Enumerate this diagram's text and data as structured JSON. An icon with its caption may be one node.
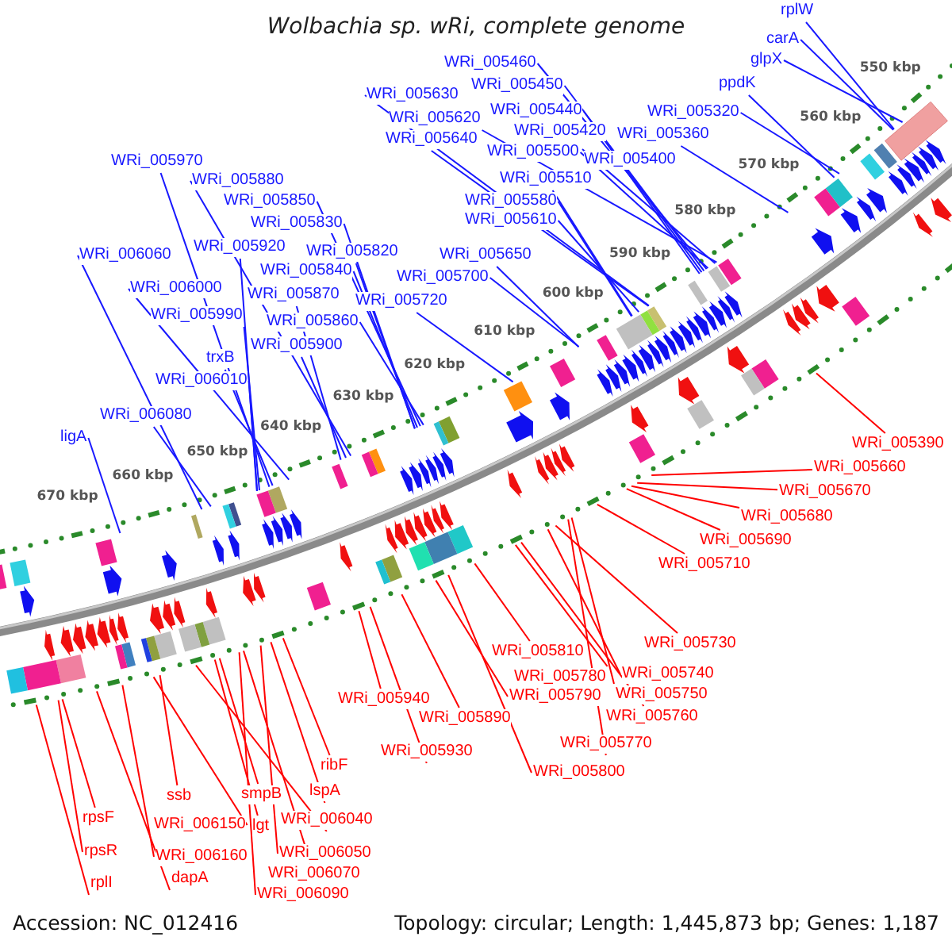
{
  "diagram": {
    "title": "Wolbachia sp. wRi, complete genome",
    "nodes": [
      {
        "text": [
          "rplW"
        ]
      },
      {
        "text": [
          "carA"
        ]
      },
      {
        "text": [
          "glpX"
        ]
      },
      {
        "text": [
          "WRi_005460"
        ]
      },
      {
        "text": [
          "ppdK"
        ]
      },
      {
        "text": [
          "WRi_005450"
        ]
      },
      {
        "text": [
          "WRi_005630"
        ]
      },
      {
        "text": [
          "WRi_005440"
        ]
      },
      {
        "text": [
          "WRi_005320"
        ]
      },
      {
        "text": [
          "WRi_005620"
        ]
      },
      {
        "text": [
          "WRi_005420"
        ]
      },
      {
        "text": [
          "WRi_005360"
        ]
      },
      {
        "text": [
          "WRi_005640"
        ]
      },
      {
        "text": [
          "WRi_005500"
        ]
      },
      {
        "text": [
          "WRi_005400"
        ]
      },
      {
        "text": [
          "WRi_005970"
        ]
      },
      {
        "text": [
          "WRi_005510"
        ]
      },
      {
        "text": [
          "WRi_005880"
        ]
      },
      {
        "text": [
          "WRi_005850"
        ]
      },
      {
        "text": [
          "WRi_005580"
        ]
      },
      {
        "text": [
          "WRi_005610"
        ]
      },
      {
        "text": [
          "WRi_005830"
        ]
      },
      {
        "text": [
          "WRi_005920"
        ]
      },
      {
        "text": [
          "WRi_005820"
        ]
      },
      {
        "text": [
          "WRi_006060"
        ]
      },
      {
        "text": [
          "WRi_005650"
        ]
      },
      {
        "text": [
          "WRi_005840"
        ]
      },
      {
        "text": [
          "WRi_005700"
        ]
      },
      {
        "text": [
          "WRi_006000"
        ]
      },
      {
        "text": [
          "WRi_005870"
        ]
      },
      {
        "text": [
          "WRi_005720"
        ]
      },
      {
        "text": [
          "WRi_005990"
        ]
      },
      {
        "text": [
          "WRi_005860"
        ]
      },
      {
        "text": [
          "WRi_005900"
        ]
      },
      {
        "text": [
          "trxB"
        ]
      },
      {
        "text": [
          "WRi_006010"
        ]
      },
      {
        "text": [
          "WRi_006080"
        ]
      },
      {
        "text": [
          "ligA"
        ]
      },
      {
        "text": [
          "WRi_005390"
        ]
      },
      {
        "text": [
          "WRi_005660"
        ]
      },
      {
        "text": [
          "WRi_005670"
        ]
      },
      {
        "text": [
          "WRi_005680"
        ]
      },
      {
        "text": [
          "WRi_005690"
        ]
      },
      {
        "text": [
          "WRi_005710"
        ]
      },
      {
        "text": [
          "WRi_005730"
        ]
      },
      {
        "text": [
          "WRi_005810"
        ]
      },
      {
        "text": [
          "WRi_005740"
        ]
      },
      {
        "text": [
          "WRi_005780"
        ]
      },
      {
        "text": [
          "WRi_005750"
        ]
      },
      {
        "text": [
          "WRi_005790"
        ]
      },
      {
        "text": [
          "WRi_005940"
        ]
      },
      {
        "text": [
          "WRi_005760"
        ]
      },
      {
        "text": [
          "WRi_005890"
        ]
      },
      {
        "text": [
          "WRi_005770"
        ]
      },
      {
        "text": [
          "WRi_005930"
        ]
      },
      {
        "text": [
          "ribF"
        ]
      },
      {
        "text": [
          "WRi_005800"
        ]
      },
      {
        "text": [
          "lspA"
        ]
      },
      {
        "text": [
          "smpB"
        ]
      },
      {
        "text": [
          "ssb"
        ]
      },
      {
        "text": [
          "rpsF"
        ]
      },
      {
        "text": [
          "WRi_006040"
        ]
      },
      {
        "text": [
          "WRi_006150"
        ]
      },
      {
        "text": [
          "lgt"
        ]
      },
      {
        "text": [
          "rpsR"
        ]
      },
      {
        "text": [
          "WRi_006050"
        ]
      },
      {
        "text": [
          "WRi_006160"
        ]
      },
      {
        "text": [
          "WRi_006070"
        ]
      },
      {
        "text": [
          "dapA"
        ]
      },
      {
        "text": [
          "rplI"
        ]
      },
      {
        "text": [
          "WRi_006090"
        ]
      }
    ],
    "edges": [
      {
        "from": 0,
        "to": null,
        "arrow": "none"
      },
      {
        "from": 1,
        "to": null,
        "arrow": "none"
      },
      {
        "from": 2,
        "to": null,
        "arrow": "none"
      },
      {
        "from": 3,
        "to": null,
        "arrow": "none"
      },
      {
        "from": 4,
        "to": null,
        "arrow": "none"
      },
      {
        "from": 5,
        "to": null,
        "arrow": "none"
      },
      {
        "from": 6,
        "to": null,
        "arrow": "none"
      },
      {
        "from": 7,
        "to": null,
        "arrow": "none"
      },
      {
        "from": 8,
        "to": null,
        "arrow": "none"
      },
      {
        "from": 9,
        "to": null,
        "arrow": "none"
      },
      {
        "from": 10,
        "to": null,
        "arrow": "none"
      },
      {
        "from": 11,
        "to": null,
        "arrow": "none"
      },
      {
        "from": 12,
        "to": null,
        "arrow": "none"
      },
      {
        "from": 13,
        "to": null,
        "arrow": "none"
      },
      {
        "from": 14,
        "to": null,
        "arrow": "none"
      },
      {
        "from": 15,
        "to": null,
        "arrow": "none"
      },
      {
        "from": 16,
        "to": null,
        "arrow": "none"
      },
      {
        "from": 17,
        "to": null,
        "arrow": "none"
      },
      {
        "from": 18,
        "to": null,
        "arrow": "none"
      },
      {
        "from": 19,
        "to": null,
        "arrow": "none"
      },
      {
        "from": 20,
        "to": null,
        "arrow": "none"
      },
      {
        "from": 21,
        "to": null,
        "arrow": "none"
      },
      {
        "from": 22,
        "to": null,
        "arrow": "none"
      },
      {
        "from": 23,
        "to": null,
        "arrow": "none"
      },
      {
        "from": 24,
        "to": null,
        "arrow": "none"
      },
      {
        "from": 25,
        "to": null,
        "arrow": "none"
      },
      {
        "from": 26,
        "to": null,
        "arrow": "none"
      },
      {
        "from": 27,
        "to": null,
        "arrow": "none"
      },
      {
        "from": 28,
        "to": null,
        "arrow": "none"
      },
      {
        "from": 29,
        "to": null,
        "arrow": "none"
      },
      {
        "from": 30,
        "to": null,
        "arrow": "none"
      },
      {
        "from": 31,
        "to": null,
        "arrow": "none"
      },
      {
        "from": 32,
        "to": null,
        "arrow": "none"
      },
      {
        "from": 33,
        "to": null,
        "arrow": "none"
      },
      {
        "from": 34,
        "to": null,
        "arrow": "none"
      },
      {
        "from": 35,
        "to": null,
        "arrow": "none"
      },
      {
        "from": 36,
        "to": null,
        "arrow": "none"
      },
      {
        "from": 37,
        "to": null,
        "arrow": "none"
      },
      {
        "from": 38,
        "to": null,
        "arrow": "none",
        "color": "#ff0000"
      },
      {
        "from": 39,
        "to": null,
        "arrow": "none",
        "color": "#ff0000"
      },
      {
        "from": 40,
        "to": null,
        "arrow": "none",
        "color": "#ff0000"
      },
      {
        "from": 41,
        "to": null,
        "arrow": "none",
        "color": "#ff0000"
      },
      {
        "from": 42,
        "to": null,
        "arrow": "none",
        "color": "#ff0000"
      },
      {
        "from": 43,
        "to": null,
        "arrow": "none",
        "color": "#ff0000"
      },
      {
        "from": 44,
        "to": null,
        "arrow": "none",
        "color": "#ff0000"
      },
      {
        "from": 45,
        "to": null,
        "arrow": "none",
        "color": "#ff0000"
      },
      {
        "from": 46,
        "to": null,
        "arrow": "none",
        "color": "#ff0000"
      },
      {
        "from": 47,
        "to": null,
        "arrow": "none",
        "color": "#ff0000"
      },
      {
        "from": 48,
        "to": null,
        "arrow": "none",
        "color": "#ff0000"
      },
      {
        "from": 49,
        "to": null,
        "arrow": "none",
        "color": "#ff0000"
      },
      {
        "from": 50,
        "to": null,
        "arrow": "none",
        "color": "#ff0000"
      },
      {
        "from": 51,
        "to": null,
        "arrow": "none",
        "color": "#ff0000"
      },
      {
        "from": 52,
        "to": null,
        "arrow": "none",
        "color": "#ff0000"
      },
      {
        "from": 53,
        "to": null,
        "arrow": "none",
        "color": "#ff0000"
      },
      {
        "from": 54,
        "to": null,
        "arrow": "none",
        "color": "#ff0000"
      },
      {
        "from": 55,
        "to": null,
        "arrow": "none",
        "color": "#ff0000"
      },
      {
        "from": 56,
        "to": null,
        "arrow": "none",
        "color": "#ff0000"
      },
      {
        "from": 57,
        "to": null,
        "arrow": "none",
        "color": "#ff0000"
      },
      {
        "from": 58,
        "to": null,
        "arrow": "none",
        "color": "#ff0000"
      },
      {
        "from": 59,
        "to": null,
        "arrow": "none",
        "color": "#ff0000"
      },
      {
        "from": 60,
        "to": null,
        "arrow": "none",
        "color": "#ff0000"
      },
      {
        "from": 61,
        "to": null,
        "arrow": "none",
        "color": "#ff0000"
      },
      {
        "from": 62,
        "to": null,
        "arrow": "none",
        "color": "#ff0000"
      },
      {
        "from": 63,
        "to": null,
        "arrow": "none",
        "color": "#ff0000"
      },
      {
        "from": 64,
        "to": null,
        "arrow": "none",
        "color": "#ff0000"
      },
      {
        "from": 65,
        "to": null,
        "arrow": "none",
        "color": "#ff0000"
      },
      {
        "from": 66,
        "to": null,
        "arrow": "none",
        "color": "#ff0000"
      },
      {
        "from": 67,
        "to": null,
        "arrow": "none",
        "color": "#ff0000"
      },
      {
        "from": 68,
        "to": null,
        "arrow": "none",
        "color": "#ff0000"
      },
      {
        "from": 69,
        "to": null,
        "arrow": "none",
        "color": "#ff0000"
      },
      {
        "from": 70,
        "to": null,
        "arrow": "none",
        "color": "#ff0000"
      }
    ],
    "labels": [
      "550 kbp",
      "560 kbp",
      "570 kbp",
      "580 kbp",
      "590 kbp",
      "600 kbp",
      "610 kbp",
      "620 kbp",
      "630 kbp",
      "640 kbp",
      "650 kbp",
      "660 kbp",
      "670 kbp",
      "Accession: NC_012416",
      "Topology: circular; Length: 1,445,873 bp; Genes: 1,187"
    ]
  }
}
